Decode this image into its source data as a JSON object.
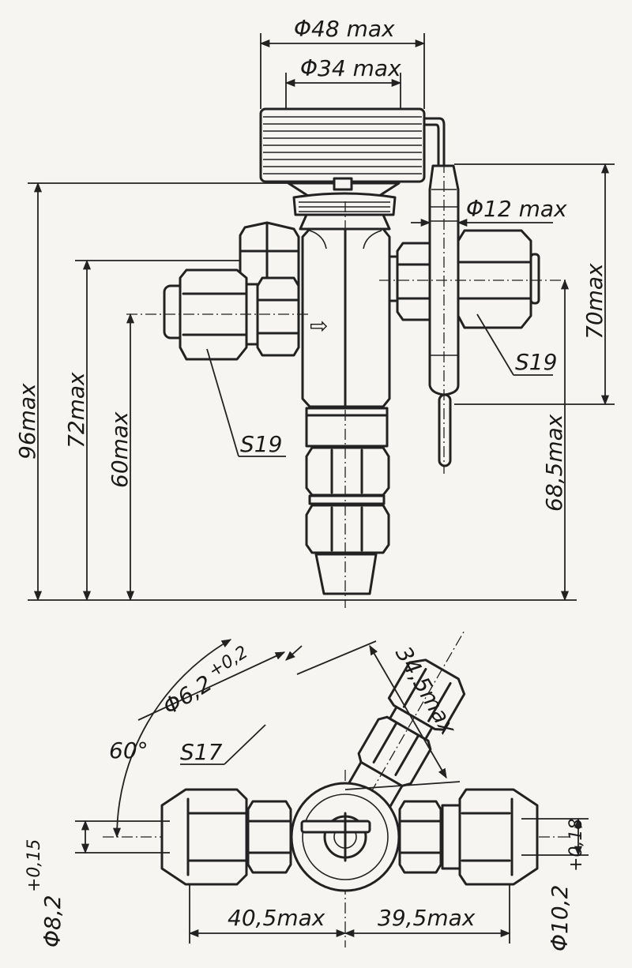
{
  "colors": {
    "paper": "#f6f5f1",
    "ink": "#222222"
  },
  "front_view": {
    "dim_head_outer": "Φ48 max",
    "dim_head_inner": "Φ34 max",
    "dim_bulb": "Φ12 max",
    "dim_bulb_height": "70max",
    "dim_total_height": "96max",
    "dim_left_outlet_height": "72max",
    "dim_inlet_height": "60max",
    "dim_right_outlet_height": "68,5max",
    "wrench_left": "S19",
    "wrench_right": "S19",
    "flow_arrow": "⇨"
  },
  "top_view": {
    "dim_capillary": "Φ6,2",
    "dim_capillary_tol": "+0,2",
    "dim_inclined_length": "34,5max",
    "angle": "60°",
    "wrench_inclined": "S17",
    "dim_left_length": "40,5max",
    "dim_right_length": "39,5max",
    "dim_left_pipe": "Φ8,2",
    "dim_left_pipe_tol": "+0,15",
    "dim_right_pipe": "Φ10,2",
    "dim_right_pipe_tol": "+0,18"
  }
}
